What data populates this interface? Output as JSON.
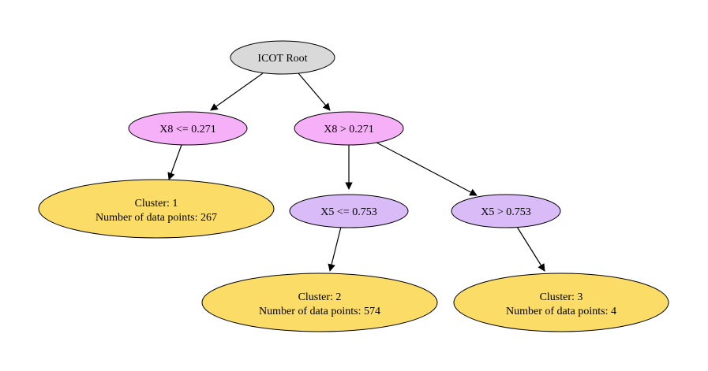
{
  "colors": {
    "root": "#d9d9d9",
    "split_x8": "#f5b0f7",
    "split_x5": "#d9bbf7",
    "cluster": "#fbdc66",
    "stroke": "#000000"
  },
  "nodes": {
    "root": {
      "label": "ICOT Root"
    },
    "x8_le": {
      "label": "X8 <= 0.271"
    },
    "x8_gt": {
      "label": "X8 > 0.271"
    },
    "cluster1": {
      "line1": "Cluster: 1",
      "line2": "Number of data points: 267"
    },
    "x5_le": {
      "label": "X5 <= 0.753"
    },
    "x5_gt": {
      "label": "X5 > 0.753"
    },
    "cluster2": {
      "line1": "Cluster: 2",
      "line2": "Number of data points: 574"
    },
    "cluster3": {
      "line1": "Cluster: 3",
      "line2": "Number of data points: 4"
    }
  }
}
